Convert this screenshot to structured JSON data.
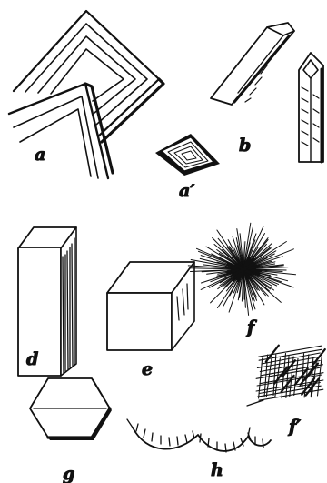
{
  "figure": {
    "labels": {
      "a": "a",
      "a_prime": "a′",
      "b": "b",
      "d": "d",
      "e": "e",
      "f": "f",
      "f_prime": "f′",
      "g": "g",
      "h": "h"
    },
    "ink_color": "#111111",
    "background_color": "#ffffff"
  }
}
